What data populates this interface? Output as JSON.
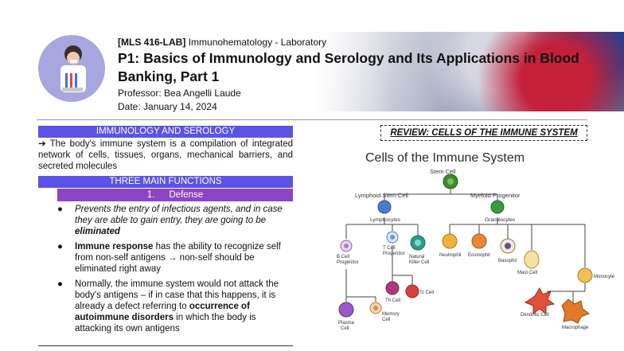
{
  "header": {
    "course_code": "[MLS 416-LAB]",
    "course_name": "Immunohematology - Laboratory",
    "title": "P1: Basics of Immunology and Serology and Its Applications in Blood Banking, Part 1",
    "professor": "Professor: Bea Angelli Laude",
    "date": "Date: January 14, 2024"
  },
  "left": {
    "section_title": "IMMUNOLOGY AND SEROLOGY",
    "intro": "➔ The body's immune system is a compilation of integrated network of cells, tissues, organs, mechanical barriers, and secreted molecules",
    "functions_title": "THREE MAIN FUNCTIONS",
    "function_1_num": "1.",
    "function_1_label": "Defense",
    "bullet_1": {
      "a": "Prevents the entry of infectious agents, and in case they are able to gain entry, they are going to be ",
      "b": "eliminated"
    },
    "bullet_2": {
      "a": "Immune response",
      "b": " has the ability to recognize self from non-self antigens → non-self should be eliminated right away"
    },
    "bullet_3": {
      "a": "Normally, the immune system would not attack the body's antigens – if in case that this happens, it is already a defect referring to ",
      "b": "occurrence of autoimmune disorders",
      "c": " in which the body is attacking its own antigens"
    }
  },
  "right": {
    "review_label": "REVIEW: CELLS OF THE IMMUNE SYSTEM",
    "diagram": {
      "title": "Cells of the Immune System",
      "stem": "Stem Cell",
      "lymphoid": "Lymphoid Stem Cell",
      "myeloid": "Myeloid Progenitor",
      "lymphocytes": "Lymphocytes",
      "granulocytes": "Granulocytes",
      "b_prog_1": "B Cell",
      "b_prog_2": "Progenitor",
      "t_prog_1": "T Cell",
      "t_prog_2": "Progenitor",
      "nk_1": "Natural",
      "nk_2": "Killer Cell",
      "neutrophil": "Neutrophil",
      "eosinophil": "Eosinophil",
      "basophil": "Basophil",
      "mast": "Mast Cell",
      "monocyte": "Monocyte",
      "th": "Th Cell",
      "tc": "Tc Cell",
      "plasma_1": "Plasma",
      "plasma_2": "Cell",
      "memory_1": "Memory",
      "memory_2": "Cell",
      "dendritic": "Dendritic Cell",
      "macrophage": "Macrophage"
    }
  }
}
